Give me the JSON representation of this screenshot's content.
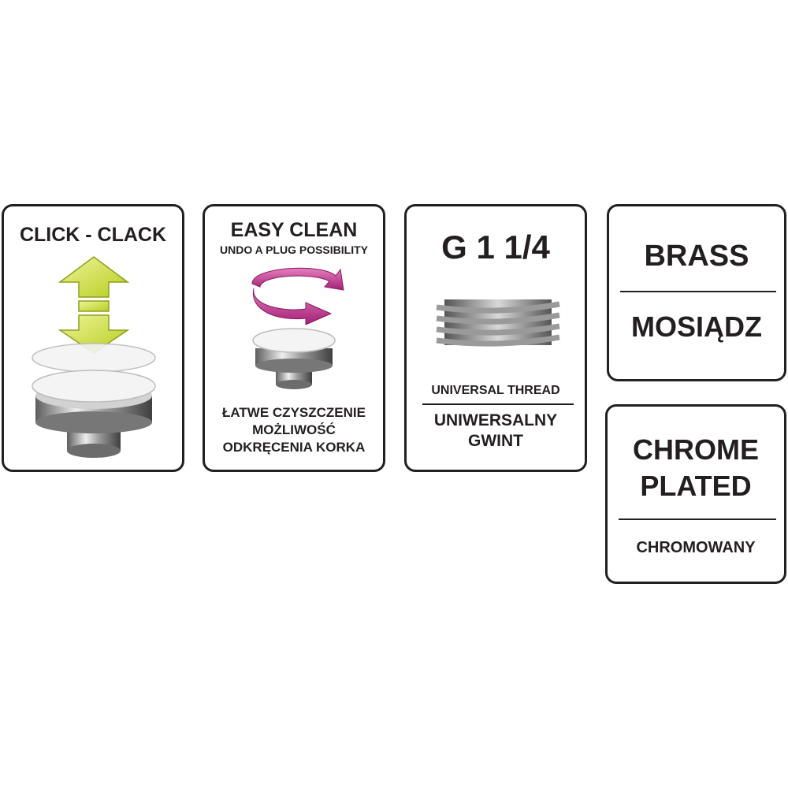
{
  "click_clack": {
    "title": "CLICK - CLACK"
  },
  "easy_clean": {
    "title": "EASY CLEAN",
    "subtitle": "UNDO A PLUG POSSIBILITY",
    "pl_line1": "ŁATWE CZYSZCZENIE",
    "pl_line2": "MOŻLIWOŚĆ",
    "pl_line3": "ODKRĘCENIA KORKA"
  },
  "thread": {
    "title": "G 1 1/4",
    "en": "UNIVERSAL THREAD",
    "pl_line1": "UNIWERSALNY",
    "pl_line2": "GWINT"
  },
  "brass": {
    "en": "BRASS",
    "pl": "MOSIĄDZ"
  },
  "chrome": {
    "en_line1": "CHROME",
    "en_line2": "PLATED",
    "pl": "CHROMOWANY"
  },
  "colors": {
    "border": "#231f20",
    "arrow": "#c8dc2a",
    "rotate": "#c2338f"
  },
  "icons": [
    "up-down-arrow-icon",
    "rotate-arrow-icon",
    "plug-icon",
    "thread-icon"
  ]
}
